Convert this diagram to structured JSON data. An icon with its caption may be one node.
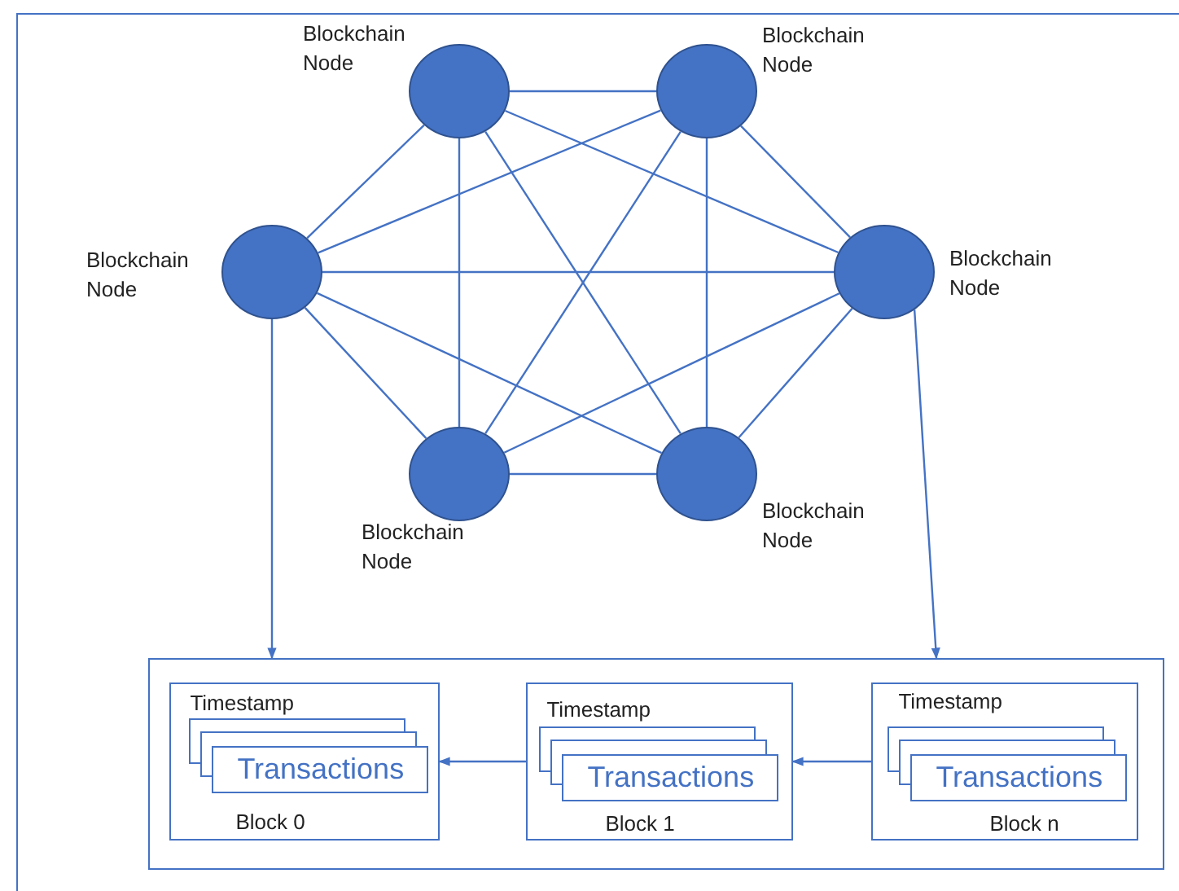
{
  "diagram": {
    "nodes": [
      {
        "text": [
          "Blockchain Node"
        ]
      },
      {
        "text": [
          "Blockchain Node"
        ]
      },
      {
        "text": [
          "Blockchain Node"
        ]
      },
      {
        "text": [
          "Blockchain Node"
        ]
      },
      {
        "text": [
          "Blockchain Node"
        ]
      },
      {
        "text": [
          "Blockchain Node"
        ]
      },
      {
        "text": [],
        "shape": "box"
      },
      {
        "text": [
          "Timestamp",
          "Block 0"
        ],
        "in": 6
      },
      {
        "text": [
          "Transactions"
        ],
        "in": 7
      },
      {
        "text": [
          "Timestamp",
          "Block 1"
        ],
        "in": 6
      },
      {
        "text": [
          "Transactions"
        ],
        "in": 9
      },
      {
        "text": [
          "Timestamp",
          "Block n"
        ],
        "in": 6
      },
      {
        "text": [
          "Transactions"
        ],
        "in": 11
      }
    ],
    "edges": [
      {
        "from": 0,
        "to": 1,
        "arrow": "none"
      },
      {
        "from": 0,
        "to": 2,
        "arrow": "none"
      },
      {
        "from": 0,
        "to": 4,
        "arrow": "none"
      },
      {
        "from": 0,
        "to": 3,
        "arrow": "none"
      },
      {
        "from": 0,
        "to": 5,
        "arrow": "none"
      },
      {
        "from": 1,
        "to": 2,
        "arrow": "none"
      },
      {
        "from": 1,
        "to": 4,
        "arrow": "none"
      },
      {
        "from": 1,
        "to": 5,
        "arrow": "none"
      },
      {
        "from": 1,
        "to": 3,
        "arrow": "none"
      },
      {
        "from": 2,
        "to": 3,
        "arrow": "none"
      },
      {
        "from": 2,
        "to": 4,
        "arrow": "none"
      },
      {
        "from": 2,
        "to": 5,
        "arrow": "none"
      },
      {
        "from": 3,
        "to": 4,
        "arrow": "none"
      },
      {
        "from": 3,
        "to": 5,
        "arrow": "none"
      },
      {
        "from": 4,
        "to": 5,
        "arrow": "none"
      },
      {
        "from": 2,
        "to": 6,
        "arrow": "to"
      },
      {
        "from": 3,
        "to": 6,
        "arrow": "to"
      },
      {
        "from": 9,
        "to": 7,
        "arrow": "to"
      },
      {
        "from": 11,
        "to": 9,
        "arrow": "to"
      }
    ]
  }
}
